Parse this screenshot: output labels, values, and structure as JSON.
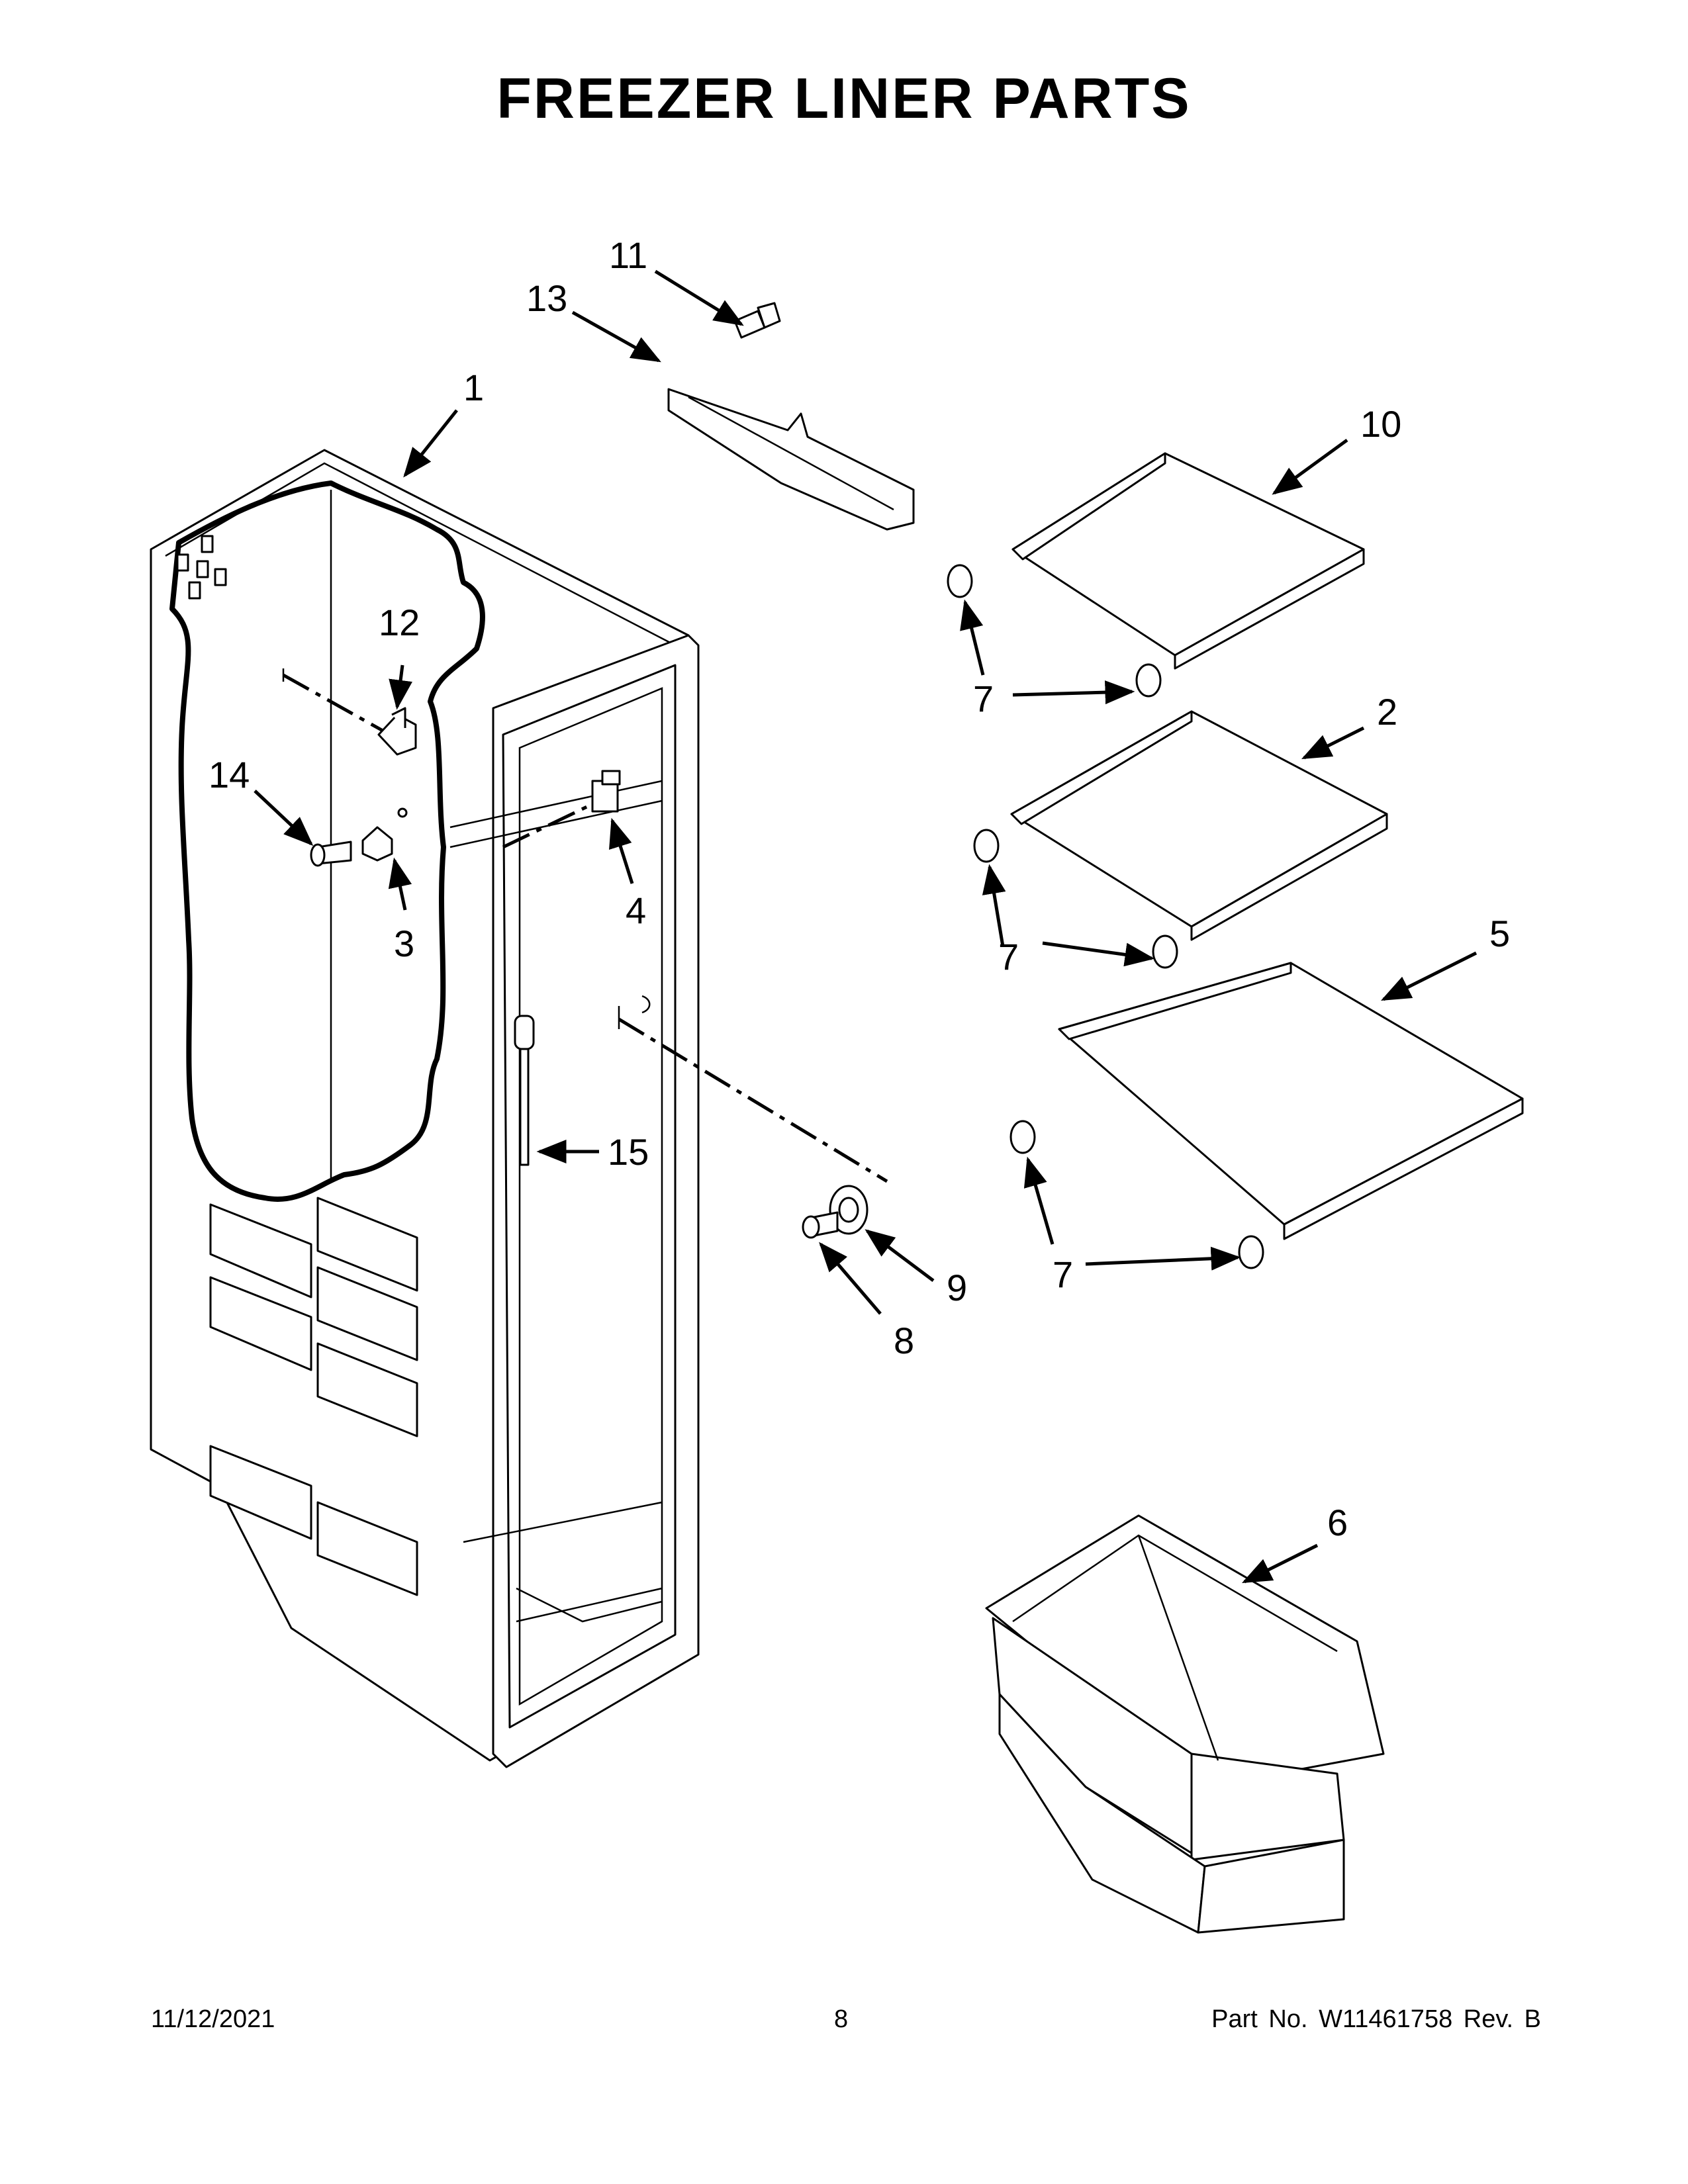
{
  "page": {
    "title": "FREEZER LINER PARTS",
    "date": "11/12/2021",
    "page_number": "8",
    "part_no": "Part No.  W11461758  Rev.  B"
  },
  "callouts": {
    "c1": "1",
    "c2": "2",
    "c3": "3",
    "c4": "4",
    "c5": "5",
    "c6": "6",
    "c7a": "7",
    "c7b": "7",
    "c7c": "7",
    "c7d": "7",
    "c7e": "7",
    "c7f": "7",
    "c8": "8",
    "c9": "9",
    "c10": "10",
    "c11": "11",
    "c12": "12",
    "c13": "13",
    "c14": "14",
    "c15": "15"
  },
  "colors": {
    "ink": "#000000",
    "paper": "#ffffff"
  }
}
